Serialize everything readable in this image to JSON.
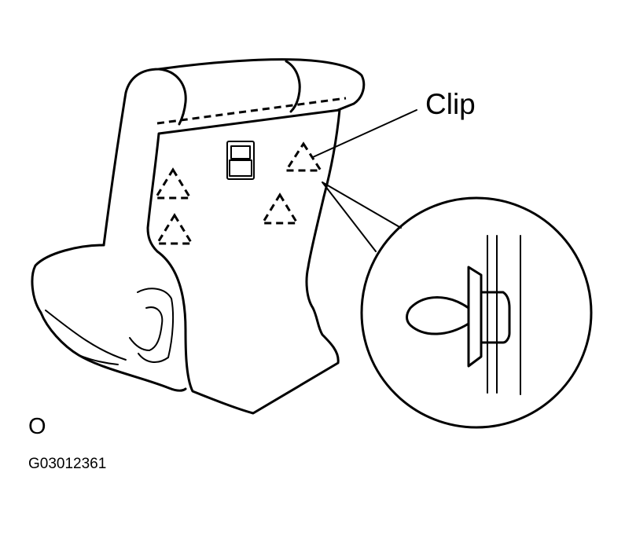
{
  "labels": {
    "clip": "Clip",
    "corner_mark": "O",
    "figure_id": "G03012361"
  },
  "colors": {
    "ink": "#000000",
    "background": "#ffffff"
  }
}
